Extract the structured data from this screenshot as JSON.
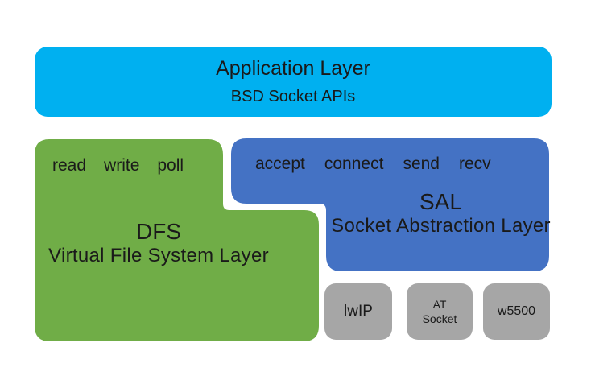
{
  "colors": {
    "background": "#ffffff",
    "app": "#00b0f0",
    "dfs": "#70ad47",
    "sal": "#4472c4",
    "impl": "#a6a6a6",
    "text": "#1a1a1a"
  },
  "application_layer": {
    "title": "Application Layer",
    "subtitle": "BSD Socket APIs"
  },
  "dfs": {
    "operations": [
      "read",
      "write",
      "poll"
    ],
    "acronym": "DFS",
    "full_name": "Virtual File System Layer"
  },
  "sal": {
    "operations": [
      "accept",
      "connect",
      "send",
      "recv"
    ],
    "acronym": "SAL",
    "full_name": "Socket Abstraction Layer"
  },
  "implementations": [
    {
      "label": "lwIP"
    },
    {
      "label": "AT Socket"
    },
    {
      "label": "w5500"
    }
  ]
}
